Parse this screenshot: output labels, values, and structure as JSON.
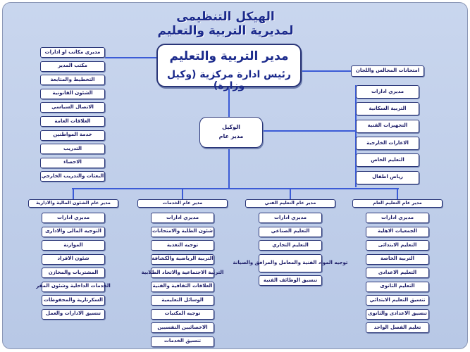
{
  "title": {
    "line1": "الهيكل التنظيمى",
    "line2": "لمديرية التربية والتعليم"
  },
  "director": {
    "title": "مدير التربية والتعليم",
    "subtitle": "رئيس ادارة مركزية (وكيل وزارة)"
  },
  "deputy": {
    "title": "الوكيل",
    "subtitle": "مدير عام"
  },
  "left_staff": [
    "مديري مكاتب او ادارات",
    "مكتب المدير",
    "التخطيط والمتابعة",
    "الشئون القانونية",
    "الاتصال السياسي",
    "العلاقات العامة",
    "خدمة المواطنين",
    "التدريب",
    "الاحصاء",
    "البعثات والتدريب الخارجي"
  ],
  "right_staff": {
    "top": "امتحانات المجالس واللجان",
    "items": [
      "مديري ادارات",
      "التربية السكانية",
      "التجهيزات الفنية",
      "الاعارات الخارجية",
      "التعليم الخاص",
      "رياض اطفال"
    ]
  },
  "columns": [
    {
      "header": "مدير عام الشئون المالية والادارية",
      "items": [
        "مديري ادارات",
        "التوجيه المالى والادارى",
        "الموازنة",
        "شئون الافراد",
        "المشتريات والمخازن",
        "الخدمات الداخلية وشئون المقر",
        "السكرتارية والمحفوظات",
        "تنسيق الادارات والعمل"
      ]
    },
    {
      "header": "مدير عام الخدمات",
      "items": [
        "مديري ادارات",
        "شئون الطلبة والامتحانات",
        "توجيه التغذية",
        "التربية الرياضية والكشافة",
        "التربية الاجتماعية والاتحاد الطلابية",
        "العلاقات الثقافية والفنية",
        "الوسائل التعليمية",
        "توجيه المكتبات",
        "الاخصائيين النفسيين",
        "تنسيق الخدمات"
      ]
    },
    {
      "header": "مدير عام التعليم الفني",
      "items": [
        "مديري ادارات",
        "التعليم الصناعي",
        "التعليم التجاري",
        "توجيه المواد الفنية والمعامل والمرافق والصيانة",
        "تنسيق الوظائف الفنية"
      ]
    },
    {
      "header": "مدير عام التعليم العام",
      "items": [
        "مديري ادارات",
        "الجمعيات الاهلية",
        "التعليم الابتدائى",
        "التربية الخاصة",
        "التعليم الاعدادى",
        "التعليم الثانوى",
        "تنسيق التعليم الابتدائي",
        "تنسيق الاعدادى والثانوى",
        "تعليم الفصل الواحد"
      ]
    }
  ],
  "colors": {
    "line": "#3b5bd6",
    "border": "#2a3678",
    "text": "#1a1a66",
    "background": "#bfcde9"
  }
}
